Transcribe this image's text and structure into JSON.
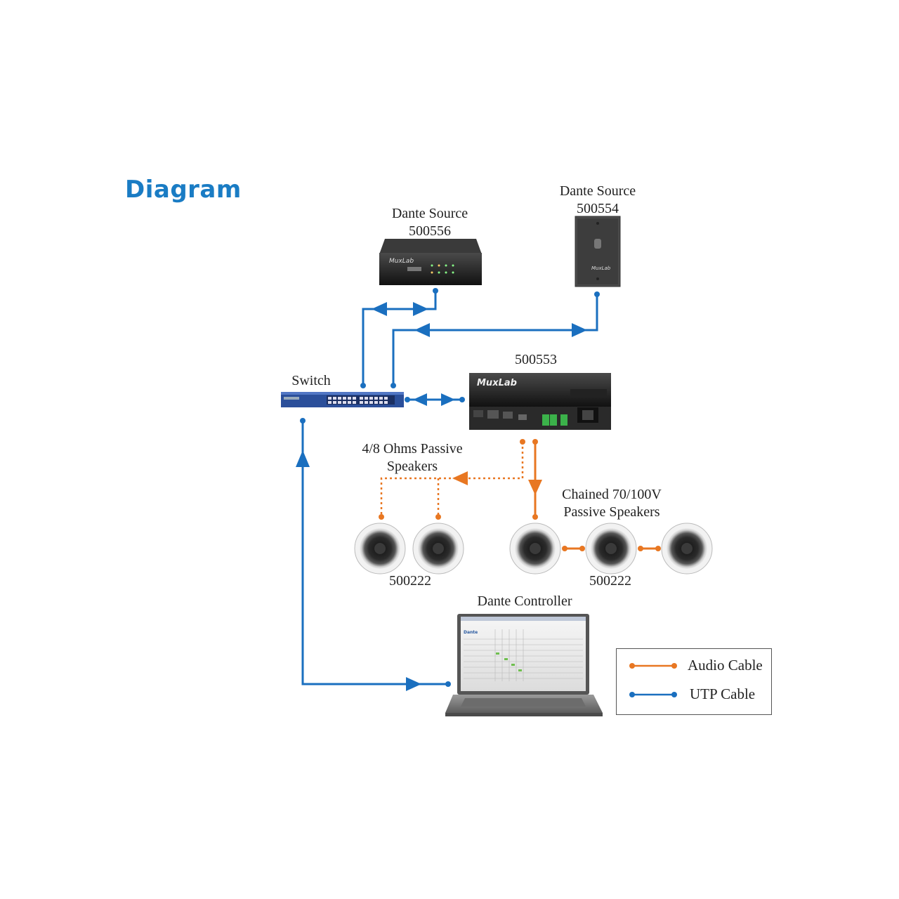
{
  "heading": "Diagram",
  "devices": {
    "source_box": {
      "title": "Dante Source",
      "model": "500556"
    },
    "source_wall": {
      "title": "Dante Source",
      "model": "500554"
    },
    "amplifier": {
      "model": "500553"
    },
    "switch": {
      "label": "Switch"
    },
    "controller": {
      "label": "Dante Controller"
    }
  },
  "speakers": {
    "passive_group": {
      "line1": "4/8 Ohms Passive",
      "line2": "Speakers",
      "model": "500222"
    },
    "chained_group": {
      "line1": "Chained 70/100V",
      "line2": "Passive Speakers",
      "model": "500222"
    }
  },
  "legend": {
    "audio": {
      "label": "Audio Cable",
      "color": "#e87722"
    },
    "utp": {
      "label": "UTP Cable",
      "color": "#1a6fbf"
    }
  }
}
